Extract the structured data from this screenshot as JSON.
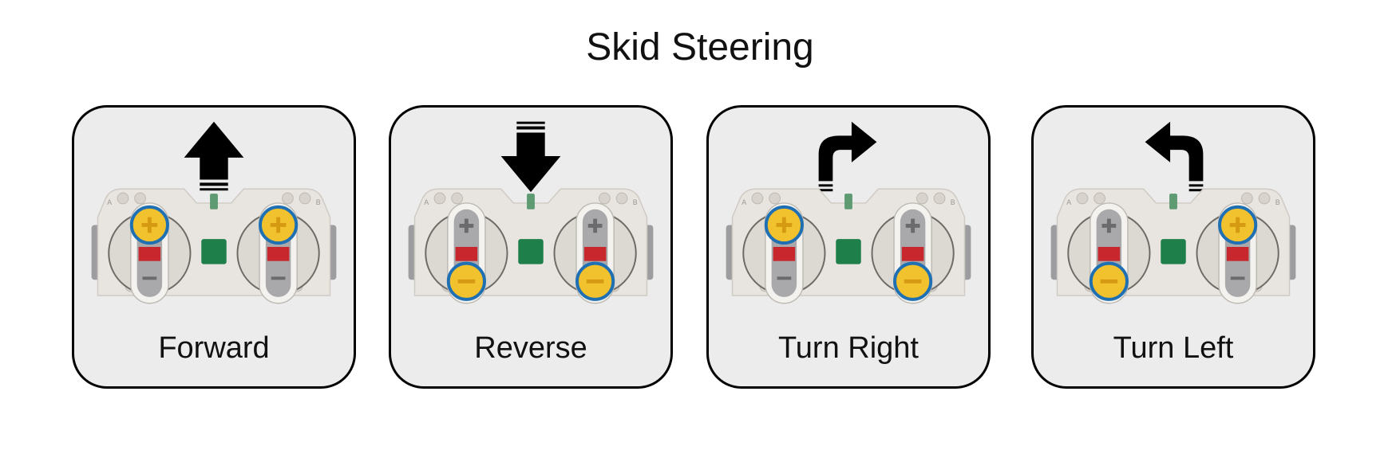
{
  "title": "Skid Steering",
  "colors": {
    "panel_bg": "#ececec",
    "border": "#000000",
    "remote_body": "#e8e4df",
    "knob_yellow": "#f2c12e",
    "knob_ring": "#1f6fb3",
    "red_center": "#c8282d",
    "green_button": "#1e7f4a"
  },
  "panels": [
    {
      "label": "Forward",
      "arrow": "arrow-up-icon",
      "left_knob": "plus",
      "right_knob": "plus"
    },
    {
      "label": "Reverse",
      "arrow": "arrow-down-icon",
      "left_knob": "minus",
      "right_knob": "minus"
    },
    {
      "label": "Turn Right",
      "arrow": "arrow-turn-right-icon",
      "left_knob": "plus",
      "right_knob": "minus"
    },
    {
      "label": "Turn Left",
      "arrow": "arrow-turn-left-icon",
      "left_knob": "minus",
      "right_knob": "plus"
    }
  ]
}
